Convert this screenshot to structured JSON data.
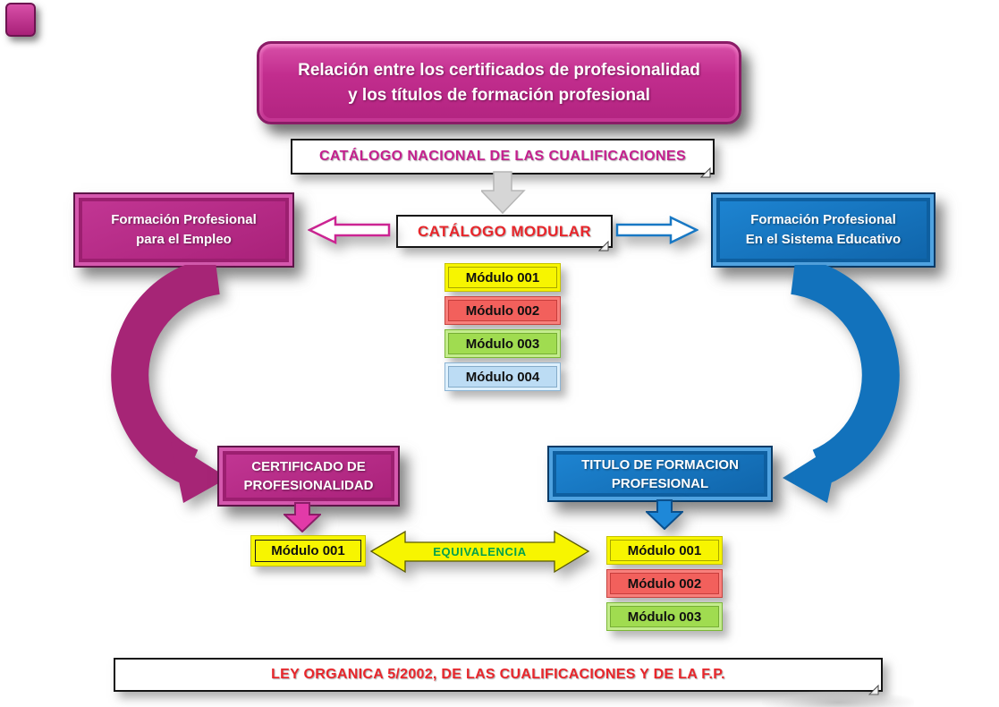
{
  "title": {
    "line1": "Relación entre los certificados de profesionalidad",
    "line2": "y los títulos de formación profesional"
  },
  "catalogo_nacional": {
    "label": "CATÁLOGO NACIONAL DE LAS CUALIFICACIONES"
  },
  "catalogo_modular": {
    "label": "CATÁLOGO MODULAR"
  },
  "central_modules": [
    {
      "label": "Módulo 001",
      "color": "#f7f500"
    },
    {
      "label": "Módulo 002",
      "color": "#f2605c"
    },
    {
      "label": "Módulo 003",
      "color": "#a0dc50"
    },
    {
      "label": "Módulo 004",
      "color": "#bcdcf4"
    }
  ],
  "branches": {
    "left": {
      "box": {
        "line1": "Formación Profesional",
        "line2": "para el Empleo"
      },
      "result": {
        "line1": "CERTIFICADO DE",
        "line2": "PROFESIONALIDAD"
      },
      "modules": [
        {
          "label": "Módulo 001",
          "color": "#f7f500"
        }
      ]
    },
    "right": {
      "box": {
        "line1": "Formación Profesional",
        "line2": "En el Sistema Educativo"
      },
      "result": {
        "line1": "TITULO DE FORMACION",
        "line2": "PROFESIONAL"
      },
      "modules": [
        {
          "label": "Módulo 001",
          "color": "#f7f500"
        },
        {
          "label": "Módulo 002",
          "color": "#f2605c"
        },
        {
          "label": "Módulo 003",
          "color": "#a0dc50"
        }
      ]
    }
  },
  "equivalencia": {
    "label": "EQUIVALENCIA",
    "text_color": "#00a14e",
    "arrow_color": "#f7f500"
  },
  "ley": {
    "label": "LEY ORGANICA 5/2002, DE LAS CUALIFICACIONES Y DE LA F.P."
  },
  "colors": {
    "magenta_box": "#b62a88",
    "blue_box": "#1478c8",
    "magenta_text": "#c4208e",
    "red_text": "#e8262b",
    "green_text": "#00a14e",
    "gray_arrow": "#d6d6d6",
    "curved_left": "#a62576",
    "curved_right": "#1272bc"
  }
}
